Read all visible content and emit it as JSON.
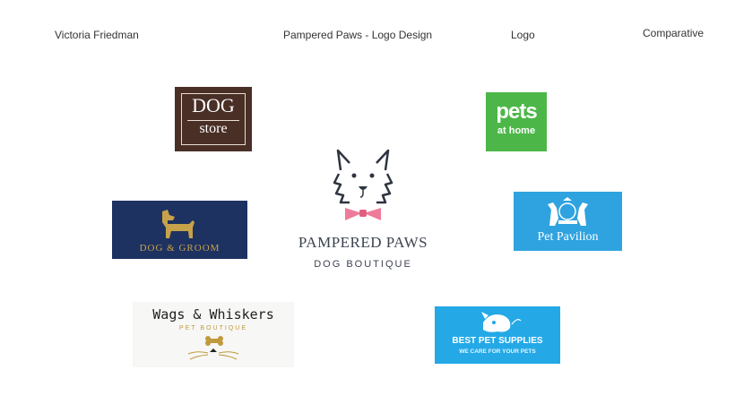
{
  "header": {
    "author": "Victoria Friedman",
    "project": "Pampered Paws - Logo Design",
    "section": "Logo",
    "board_type": "Comparative"
  },
  "logos": {
    "dog_store": {
      "line1": "DOG",
      "line2": "store",
      "bg": "#4a2f27"
    },
    "pets_at_home": {
      "line1": "pets",
      "line2": "at home",
      "bg": "#4cb748"
    },
    "dog_groom": {
      "text": "DOG & GROOM",
      "bg": "#1e3261",
      "accent": "#c7a24a"
    },
    "pet_pavilion": {
      "text": "Pet Pavilion",
      "bg": "#2fa3e0"
    },
    "wags_whiskers": {
      "line1": "Wags & Whiskers",
      "line2": "PET BOUTIQUE",
      "accent": "#c09a3e"
    },
    "best_pet_supplies": {
      "line1": "BEST PET SUPPLIES",
      "line2": "WE CARE FOR YOUR PETS",
      "bg": "#24a9e6"
    },
    "pampered_paws": {
      "line1": "PAMPERED PAWS",
      "line2": "DOG BOUTIQUE",
      "bow_color": "#ef7b9a"
    }
  }
}
